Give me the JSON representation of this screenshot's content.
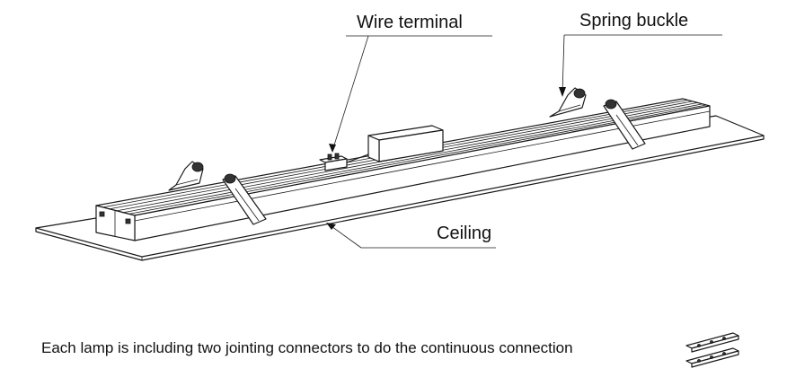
{
  "labels": {
    "wire_terminal": "Wire terminal",
    "spring_buckle": "Spring buckle",
    "ceiling": "Ceiling"
  },
  "caption": "Each lamp is including two jointing connectors to do the continuous connection"
}
